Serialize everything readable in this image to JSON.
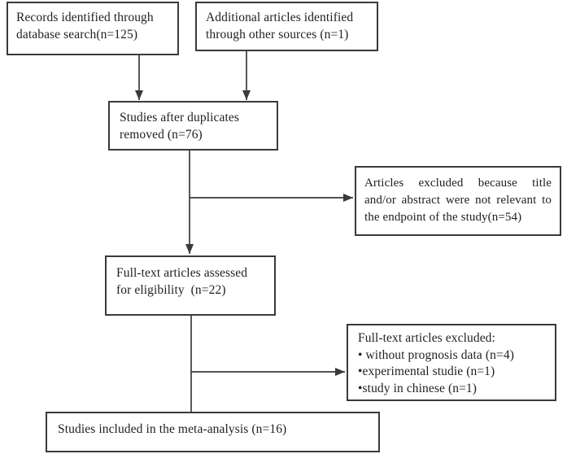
{
  "colors": {
    "line": "#3a3a3a",
    "text": "#1f1f1f",
    "background": "#ffffff"
  },
  "boxes": {
    "records": {
      "lines": [
        "Records identified through",
        "database search(n=125)"
      ]
    },
    "additional": {
      "lines": [
        "Additional articles identified",
        "through other sources (n=1)"
      ]
    },
    "duplicates": {
      "lines": [
        "Studies after duplicates",
        "removed (n=76)"
      ]
    },
    "title_abstract_excluded": {
      "lines": [
        "Articles excluded because title",
        "and/or abstract were not relevant to",
        "the endpoint of the study(n=54)"
      ]
    },
    "fulltext_assessed": {
      "lines": [
        "Full-text articles assessed",
        "for eligibility  (n=22)"
      ]
    },
    "fulltext_excluded": {
      "title": "Full-text articles excluded:",
      "items": [
        "• without prognosis data (n=4)",
        "•experimental studie (n=1)",
        "•study in chinese (n=1)"
      ]
    },
    "included": {
      "lines": [
        "Studies included in the meta-analysis (n=16)"
      ]
    }
  }
}
